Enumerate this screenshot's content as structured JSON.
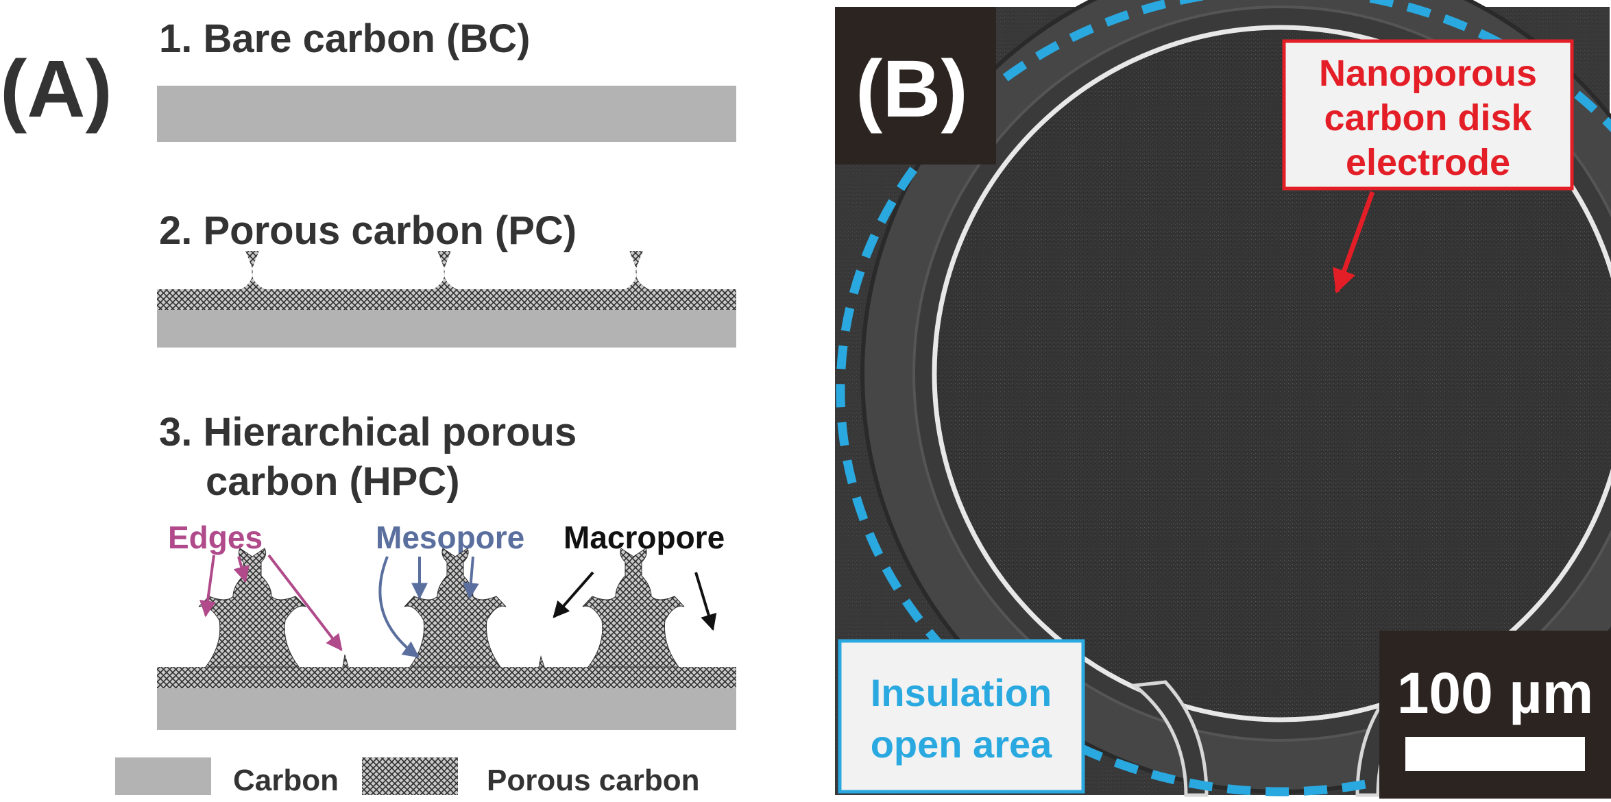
{
  "panel_a": {
    "label": "(A)",
    "item1": "1. Bare carbon (BC)",
    "item2": "2. Porous carbon (PC)",
    "item3_line1": "3. Hierarchical porous",
    "item3_line2": "carbon (HPC)",
    "annotations": {
      "edges": "Edges",
      "mesopore": "Mesopore",
      "macropore": "Macropore"
    },
    "legend": {
      "carbon": "Carbon",
      "porous_carbon": "Porous carbon"
    }
  },
  "panel_b": {
    "label": "(B)",
    "electrode_line1": "Nanoporous",
    "electrode_line2": "carbon disk",
    "electrode_line3": "electrode",
    "insulation_line1": "Insulation",
    "insulation_line2": "open area",
    "scale_bar": "100 µm"
  },
  "colors": {
    "carbon": "#b3b3b3",
    "text": "#333333",
    "edges": "#b04a8a",
    "mesopore": "#5a6f9e",
    "macropore": "#111111",
    "electrode_label": "#e41e26",
    "insulation_label": "#2aa9e0",
    "label_box": "#2b2421"
  }
}
